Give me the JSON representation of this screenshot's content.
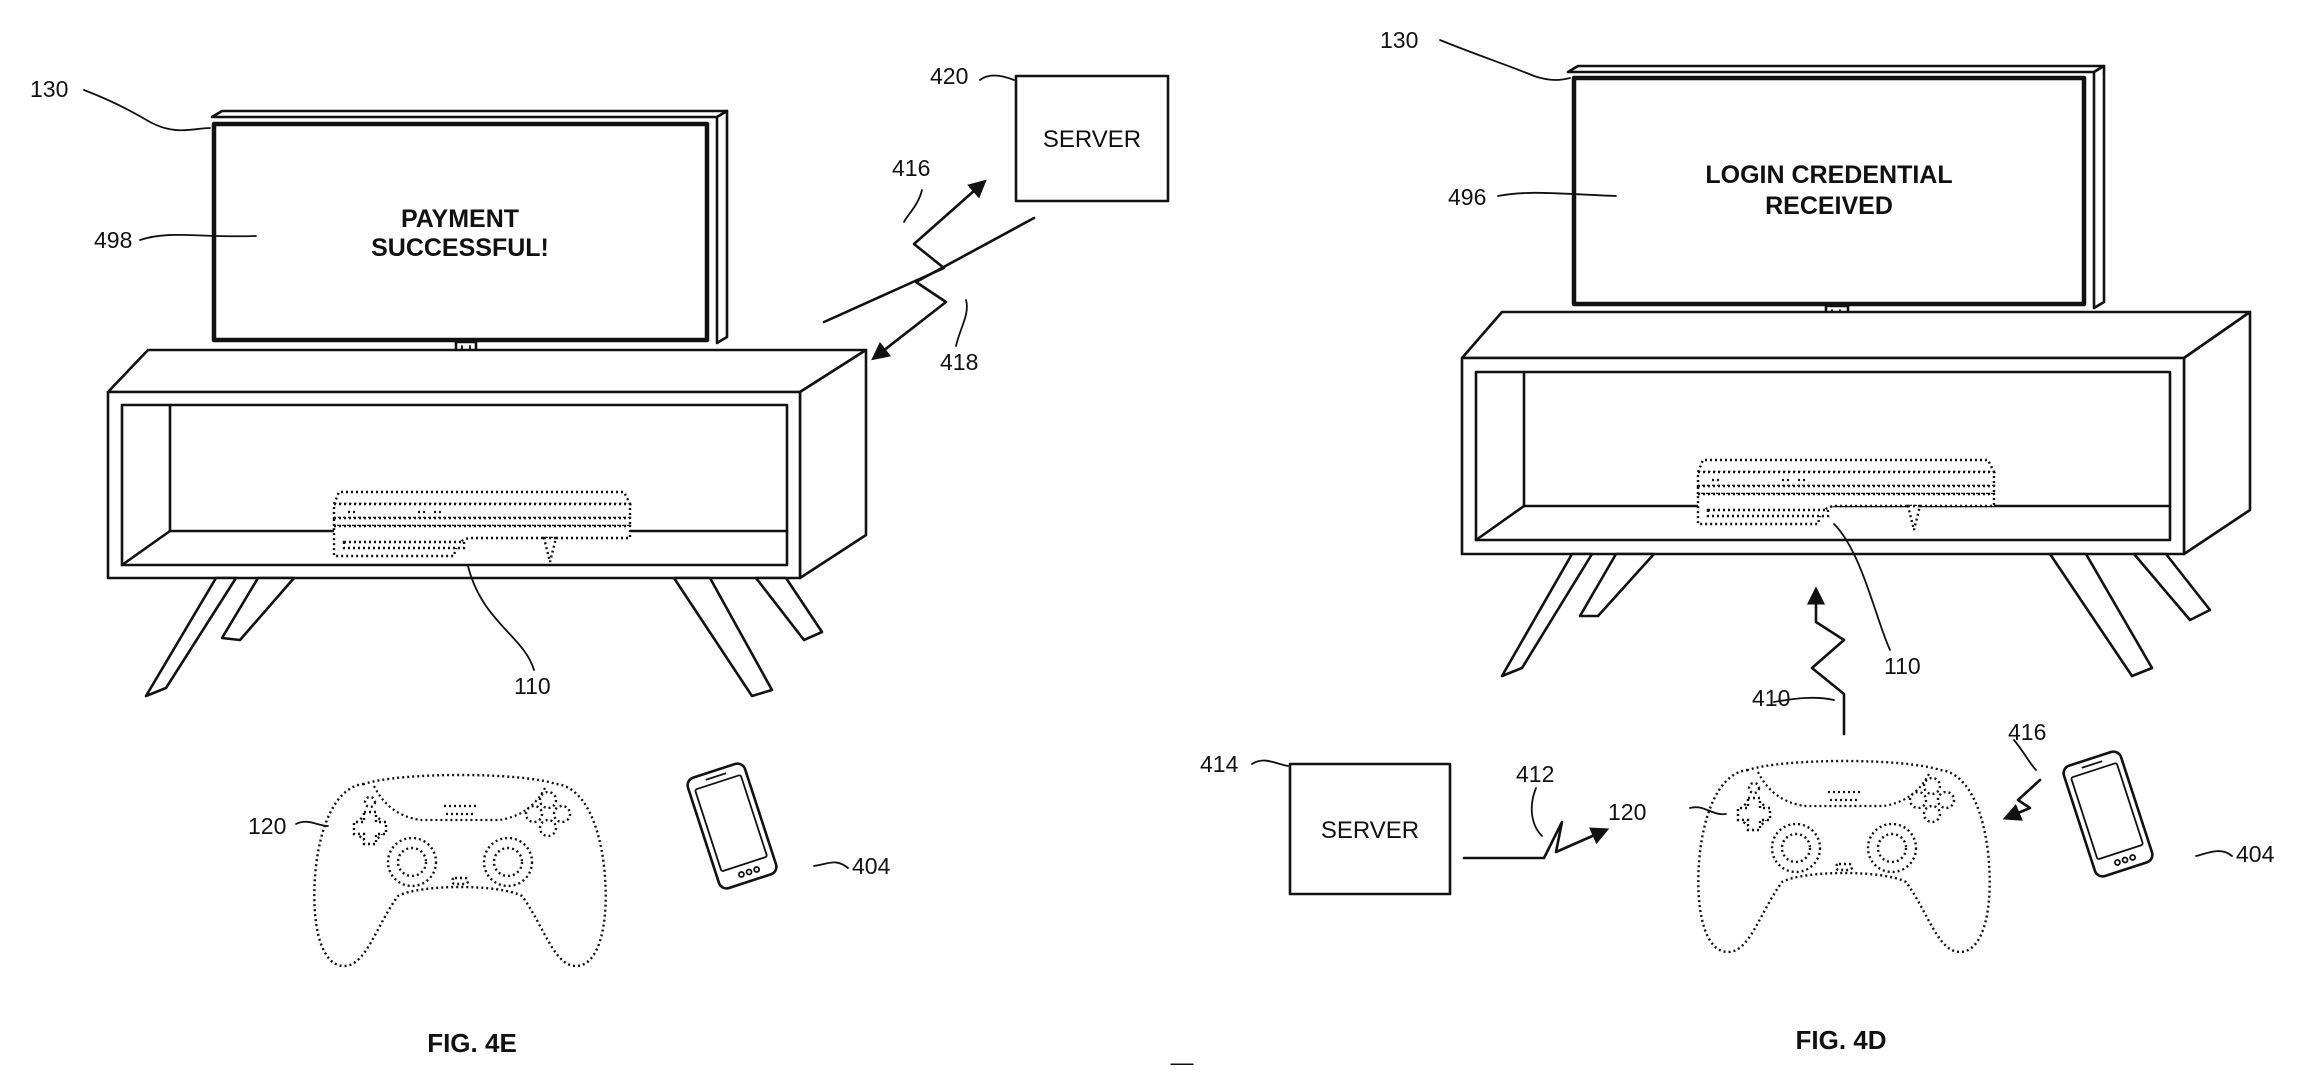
{
  "fig_4e": {
    "caption": "FIG. 4E",
    "screen_line_1": "PAYMENT",
    "screen_line_2": "SUCCESSFUL!",
    "server_label": "SERVER",
    "refs": {
      "display": "130",
      "screen": "498",
      "server": "420",
      "uplink": "416",
      "downlink": "418",
      "console": "110",
      "controller": "120",
      "phone": "404"
    }
  },
  "fig_4d": {
    "caption": "FIG. 4D",
    "screen_line_1": "LOGIN CREDENTIAL",
    "screen_line_2": "RECEIVED",
    "server_label": "SERVER",
    "refs": {
      "display": "130",
      "screen": "496",
      "console": "110",
      "signal_to_console": "410",
      "server": "414",
      "server_signal": "412",
      "controller": "120",
      "phone_signal": "416",
      "phone": "404"
    }
  },
  "footer_mark": "—"
}
